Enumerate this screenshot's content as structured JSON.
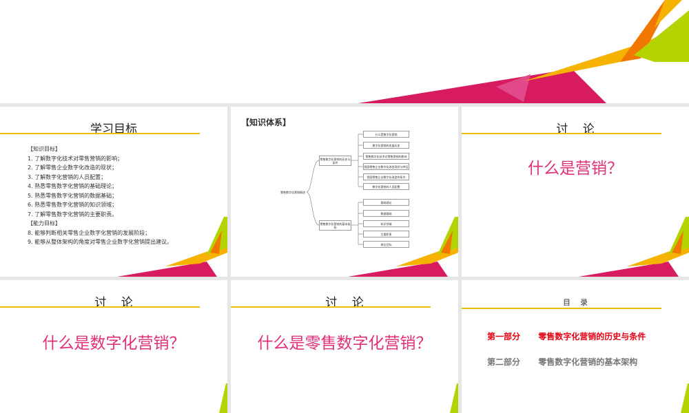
{
  "colors": {
    "accent_pink": "#d81b60",
    "accent_yellow": "#f5b300",
    "accent_green": "#b4d300",
    "accent_orange": "#f07800",
    "question": "#e0307a",
    "rule": "#e8c000",
    "toc_active": "#e60012",
    "toc_inactive": "#777777"
  },
  "objectives_slide": {
    "title": "学习目标",
    "knowledge_header": "【知识目标】",
    "knowledge_items": [
      "1.   了解数字化技术对零售营销的影响；",
      "2.   了解零售企业数字化改造的现状；",
      "3.   了解数字化营销的人员配置；",
      "4.   熟悉零售数字化营销的基础理论；",
      "5.   熟悉零售数字化营销的数据基础；",
      "6.   熟悉零售数字化营销的知识领域；",
      "7.   了解零售数字化营销的主要职责。"
    ],
    "ability_header": "【能力目标】",
    "ability_items": [
      "8.   能够判断相关零售企业数字化营销的发展阶段；",
      "9.   能够从整体架构的角度对零售企业数字化营销提出建议。"
    ]
  },
  "knowledge_slide": {
    "title": "【知识体系】",
    "root": "零售数字化营销概述",
    "branch1": "零售数字化营销的历史与条件",
    "branch1_leaves": [
      "什么是数字化营销",
      "数字化营销的发展历史",
      "零售数字化技术对零售营销的影响",
      "我国零售企业数字化改造现状与特征",
      "我国零售企业数字化改造的条件",
      "数字化营销的人员配置"
    ],
    "branch2": "零售数字化营销的基本架构",
    "branch2_leaves": [
      "基础理论",
      "数据基础",
      "知识领域",
      "主要职责",
      "岗位目标"
    ]
  },
  "discussion1": {
    "title": "讨    论",
    "question": "什么是营销？"
  },
  "discussion2": {
    "title": "讨    论",
    "question": "什么是数字化营销？"
  },
  "discussion3": {
    "title": "讨    论",
    "question": "什么是零售数字化营销？"
  },
  "toc_slide": {
    "title": "目    录",
    "part1_label": "第一部分",
    "part1_title": "零售数字化营销的历史与条件",
    "part2_label": "第二部分",
    "part2_title": "零售数字化营销的基本架构"
  }
}
